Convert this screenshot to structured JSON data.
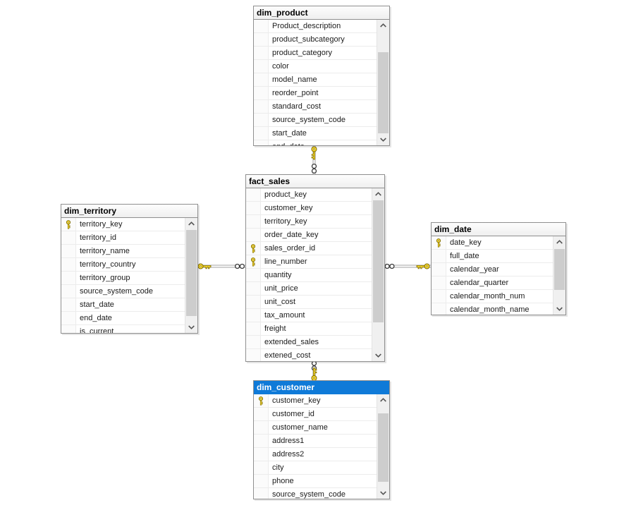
{
  "tables": [
    {
      "name": "dim_product",
      "selected": false,
      "columns": [
        {
          "name": "Product_description",
          "is_key": false
        },
        {
          "name": "product_subcategory",
          "is_key": false
        },
        {
          "name": "product_category",
          "is_key": false
        },
        {
          "name": "color",
          "is_key": false
        },
        {
          "name": "model_name",
          "is_key": false
        },
        {
          "name": "reorder_point",
          "is_key": false
        },
        {
          "name": "standard_cost",
          "is_key": false
        },
        {
          "name": "source_system_code",
          "is_key": false
        },
        {
          "name": "start_date",
          "is_key": false
        },
        {
          "name": "end_date",
          "is_key": false
        }
      ]
    },
    {
      "name": "fact_sales",
      "selected": false,
      "columns": [
        {
          "name": "product_key",
          "is_key": false
        },
        {
          "name": "customer_key",
          "is_key": false
        },
        {
          "name": "territory_key",
          "is_key": false
        },
        {
          "name": "order_date_key",
          "is_key": false
        },
        {
          "name": "sales_order_id",
          "is_key": true
        },
        {
          "name": "line_number",
          "is_key": true
        },
        {
          "name": "quantity",
          "is_key": false
        },
        {
          "name": "unit_price",
          "is_key": false
        },
        {
          "name": "unit_cost",
          "is_key": false
        },
        {
          "name": "tax_amount",
          "is_key": false
        },
        {
          "name": "freight",
          "is_key": false
        },
        {
          "name": "extended_sales",
          "is_key": false
        },
        {
          "name": "extened_cost",
          "is_key": false
        }
      ]
    },
    {
      "name": "dim_territory",
      "selected": false,
      "columns": [
        {
          "name": "territory_key",
          "is_key": true
        },
        {
          "name": "territory_id",
          "is_key": false
        },
        {
          "name": "territory_name",
          "is_key": false
        },
        {
          "name": "territory_country",
          "is_key": false
        },
        {
          "name": "territory_group",
          "is_key": false
        },
        {
          "name": "source_system_code",
          "is_key": false
        },
        {
          "name": "start_date",
          "is_key": false
        },
        {
          "name": "end_date",
          "is_key": false
        },
        {
          "name": "is_current",
          "is_key": false
        }
      ]
    },
    {
      "name": "dim_date",
      "selected": false,
      "columns": [
        {
          "name": "date_key",
          "is_key": true
        },
        {
          "name": "full_date",
          "is_key": false
        },
        {
          "name": "calendar_year",
          "is_key": false
        },
        {
          "name": "calendar_quarter",
          "is_key": false
        },
        {
          "name": "calendar_month_num",
          "is_key": false
        },
        {
          "name": "calendar_month_name",
          "is_key": false
        }
      ]
    },
    {
      "name": "dim_customer",
      "selected": true,
      "columns": [
        {
          "name": "customer_key",
          "is_key": true
        },
        {
          "name": "customer_id",
          "is_key": false
        },
        {
          "name": "customer_name",
          "is_key": false
        },
        {
          "name": "address1",
          "is_key": false
        },
        {
          "name": "address2",
          "is_key": false
        },
        {
          "name": "city",
          "is_key": false
        },
        {
          "name": "phone",
          "is_key": false
        },
        {
          "name": "source_system_code",
          "is_key": false
        }
      ]
    }
  ],
  "relationships": [
    {
      "one_side": "dim_product",
      "many_side": "fact_sales"
    },
    {
      "one_side": "dim_territory",
      "many_side": "fact_sales"
    },
    {
      "one_side": "dim_date",
      "many_side": "fact_sales"
    },
    {
      "one_side": "dim_customer",
      "many_side": "fact_sales"
    }
  ],
  "colors": {
    "selected_header_bg": "#0f7ad8",
    "selected_header_text": "#ffffff",
    "header_bg": "#f4f4f4",
    "table_border": "#8f8f8f",
    "key_icon": "#ffdf33",
    "relationship_line": "#a3a3a3",
    "scrollbar_track": "#f0f0f0",
    "scrollbar_thumb": "#cdcdcd"
  }
}
